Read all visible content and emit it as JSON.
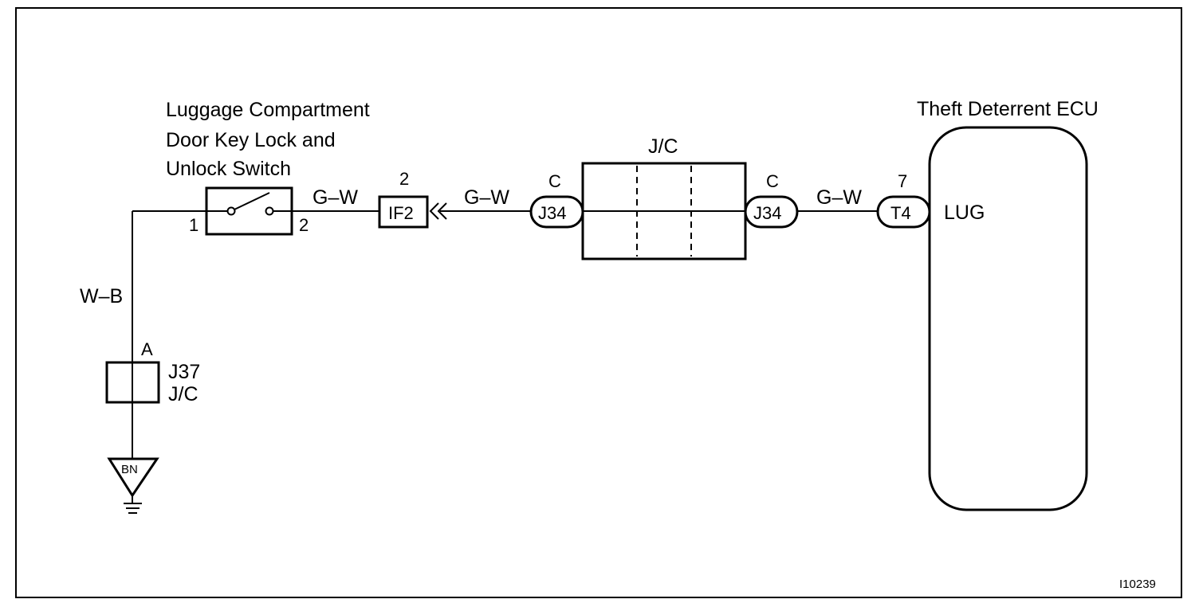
{
  "switch": {
    "title_lines": [
      "Luggage Compartment",
      "Door Key Lock and",
      "Unlock Switch"
    ],
    "pin_left": "1",
    "pin_right": "2"
  },
  "wires": {
    "switch_to_if2": "G–W",
    "if2_to_j34": "G–W",
    "j34_to_t4": "G–W",
    "ground_wire": "W–B"
  },
  "if2": {
    "label": "IF2",
    "pin": "2"
  },
  "jc_main": {
    "title": "J/C",
    "left_connector": {
      "label": "J34",
      "pin": "C"
    },
    "right_connector": {
      "label": "J34",
      "pin": "C"
    }
  },
  "ecu": {
    "title": "Theft Deterrent ECU",
    "connector": {
      "label": "T4",
      "pin": "7"
    },
    "terminal": "LUG"
  },
  "j37": {
    "label": "J37",
    "type": "J/C",
    "pin": "A"
  },
  "ground": {
    "label": "BN"
  },
  "figure_id": "I10239"
}
